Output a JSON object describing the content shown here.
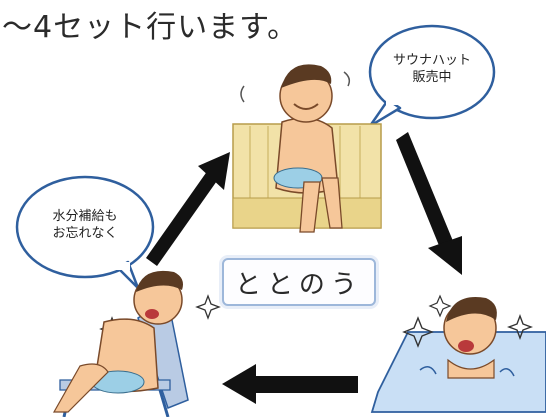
{
  "heading": "〜4セット行います。",
  "bubbles": {
    "sauna_hat": [
      "サウナハット",
      "販売中"
    ],
    "water": [
      "水分補給も",
      "お忘れなく"
    ]
  },
  "center_label": "ととのう",
  "colors": {
    "arrow": "#111111",
    "bubble_fill": "#ffffff",
    "bubble_stroke": "#2f5f9e",
    "bench": "#f2e2a8",
    "water": "#c9dff5",
    "chair": "#b9cbe4",
    "skin": "#f6c79a",
    "towel": "#9ccfe6"
  },
  "icons": [
    "sauna-person-icon",
    "cold-bath-person-icon",
    "resting-person-icon",
    "sparkle-icon"
  ]
}
